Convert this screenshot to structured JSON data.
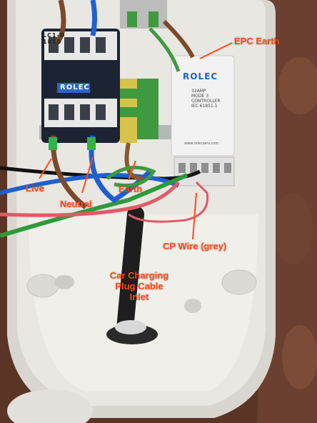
{
  "labels": {
    "epc_earth": "EPC Earth",
    "live": "Live",
    "neutral": "Neutral",
    "earth": "Earth",
    "cp_wire": "CP Wire (grey)",
    "inlet_line1": "Car Charging",
    "inlet_line2": "Plug Cable",
    "inlet_line3": "Inlet"
  },
  "device_text": {
    "contactor_brand": "ROLEC",
    "contactor_model": "LC1-D",
    "contactor_model2": "1810",
    "controller_brand": "ROLEC",
    "controller_line1": "32AMP",
    "controller_line2": "MODE 3",
    "controller_line3": "CONTROLLER",
    "controller_line4": "IEC 61851-1",
    "controller_url": "www.rolecserv.com"
  },
  "colors": {
    "annotation": "#ff4a1a",
    "enclosure": "#e9e7e2",
    "live_wire": "#7a4a2a",
    "neutral_wire": "#1f5fd0",
    "earth_wire": "#2e9a3a",
    "cp_wire": "#e05a64",
    "contactor_body": "#1c2433",
    "brand_badge": "#2a66c9"
  }
}
